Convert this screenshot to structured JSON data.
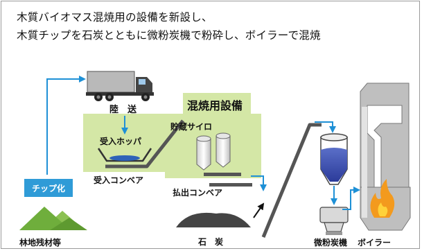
{
  "caption": {
    "line1": "木質バイオマス混焼用の設備を新設し、",
    "line2": "木質チップを石炭とともに微粉炭機で粉砕し、ボイラーで混焼"
  },
  "labels": {
    "truck": "陸　送",
    "cofiring_equipment": "混焼用設備",
    "receiving_hopper": "受入ホッパ",
    "storage_silo": "貯蔵サイロ",
    "receiving_conveyor": "受入コンベア",
    "discharge_conveyor": "払出コンベア",
    "chipping": "チップ化",
    "forest_residue": "林地残材等",
    "coal": "石　炭",
    "pulverizer": "微粉炭機",
    "boiler": "ボイラー"
  },
  "colors": {
    "flow_arrow": "#1e90d6",
    "equipment_area": "#d4e7a6",
    "chip_badge": "#2f9bd7",
    "forest": "#6fae3c",
    "coal": "#444444",
    "flame": "#f39a1e",
    "boiler": "#bfbfbf"
  }
}
